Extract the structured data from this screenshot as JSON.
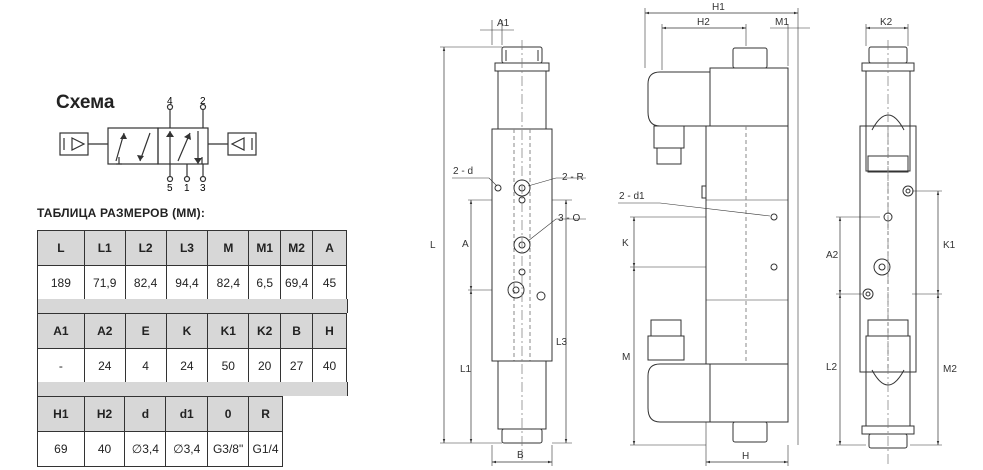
{
  "schema": {
    "title": "Схема",
    "ports": {
      "p4": "4",
      "p2": "2",
      "p5": "5",
      "p1": "1",
      "p3": "3"
    }
  },
  "table": {
    "title": "ТАБЛИЦА РАЗМЕРОВ (ММ):",
    "blocks": [
      {
        "headers": [
          "L",
          "L1",
          "L2",
          "L3",
          "M",
          "M1",
          "M2",
          "A"
        ],
        "values": [
          "189",
          "71,9",
          "82,4",
          "94,4",
          "82,4",
          "6,5",
          "69,4",
          "45"
        ]
      },
      {
        "headers": [
          "A1",
          "A2",
          "E",
          "K",
          "K1",
          "K2",
          "B",
          "H"
        ],
        "values": [
          "-",
          "24",
          "4",
          "24",
          "50",
          "20",
          "27",
          "40"
        ]
      },
      {
        "headers": [
          "H1",
          "H2",
          "d",
          "d1",
          "0",
          "R"
        ],
        "values": [
          "69",
          "40",
          "∅3,4",
          "∅3,4",
          "G3/8\"",
          "G1/4"
        ]
      }
    ]
  },
  "labels": {
    "A1": "A1",
    "L": "L",
    "d2": "2 - d",
    "R2": "2 - R",
    "O3": "3 - O",
    "A": "A",
    "L1": "L1",
    "L3": "L3",
    "B": "B",
    "H1": "H1",
    "H2": "H2",
    "M1": "M1",
    "d1": "2 - d1",
    "K": "K",
    "M": "M",
    "H": "H",
    "K2": "K2",
    "A2": "A2",
    "K1": "K1",
    "L2": "L2",
    "M2": "M2"
  }
}
